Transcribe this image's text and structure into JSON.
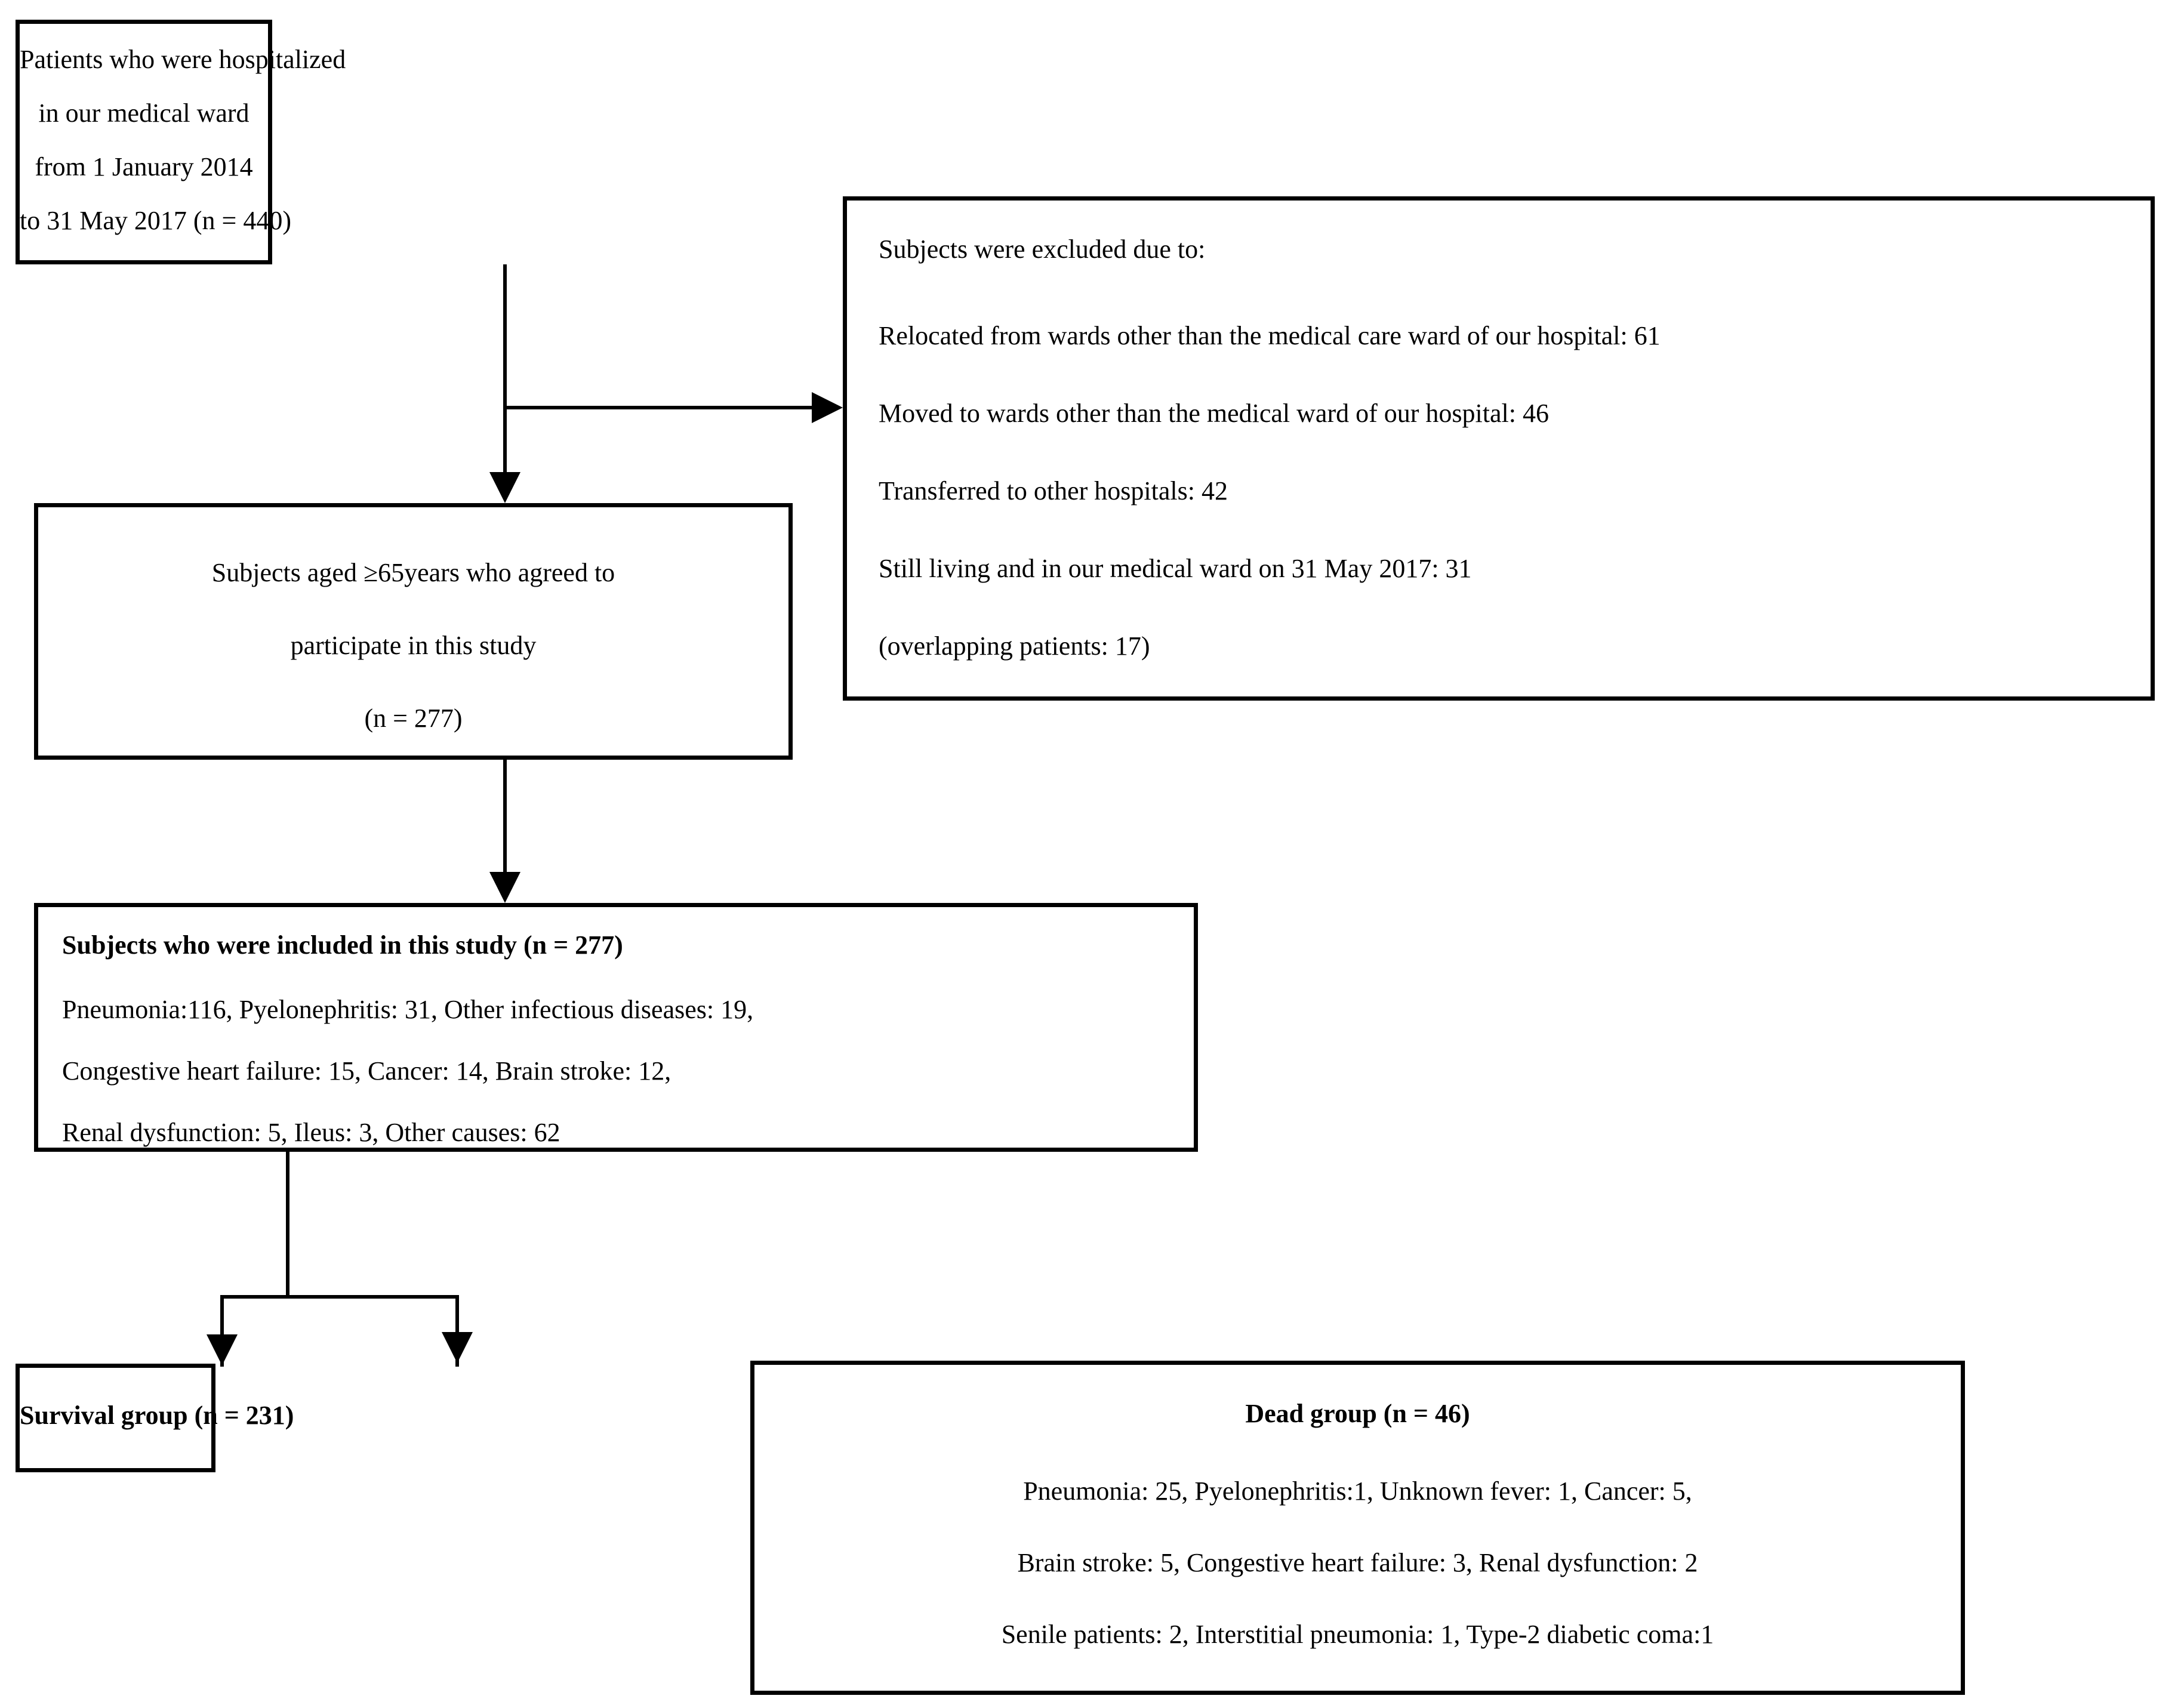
{
  "diagram": {
    "type": "study-flow-chart",
    "stroke_color": "#000000",
    "background_color": "#ffffff"
  },
  "box_source": {
    "name": "source-population-box",
    "lines": [
      "Patients who were hospitalized",
      "in our medical ward",
      "from 1 January 2014",
      "to 31 May 2017 (n = 440)"
    ],
    "n": "440"
  },
  "box_excluded": {
    "name": "excluded-subjects-box",
    "heading": "Subjects were excluded due to:",
    "reasons": [
      "Relocated from wards other than the medical care ward of our hospital: 61",
      "Moved to wards other than the medical ward of our hospital: 46",
      "Transferred to other hospitals: 42",
      "Still living and in our medical ward on 31 May 2017: 31",
      "(overlapping patients: 17)"
    ]
  },
  "box_eligible": {
    "name": "eligible-subjects-box",
    "lines": [
      "Subjects aged ≥65years who agreed to",
      "participate in this study",
      "(n = 277)"
    ],
    "n": "277"
  },
  "box_included": {
    "name": "included-subjects-box",
    "title": "Subjects who were included in this study (n = 277)",
    "n": "277",
    "cause_lines": [
      "Pneumonia:116, Pyelonephritis: 31, Other infectious diseases: 19,",
      "Congestive heart failure: 15, Cancer: 14, Brain stroke: 12,",
      "Renal dysfunction: 5, Ileus: 3, Other causes: 62"
    ]
  },
  "box_survival": {
    "name": "survival-group-box",
    "title": "Survival group (n = 231)",
    "n": "231"
  },
  "box_dead": {
    "name": "dead-group-box",
    "title": "Dead group (n = 46)",
    "n": "46",
    "cause_lines": [
      "Pneumonia: 25, Pyelonephritis:1, Unknown fever: 1, Cancer: 5,",
      "Brain stroke: 5, Congestive heart failure: 3, Renal dysfunction: 2",
      "Senile patients: 2, Interstitial pneumonia: 1, Type-2 diabetic coma:1"
    ]
  },
  "chart_data": {
    "type": "flowchart",
    "title": "Patient selection flow diagram",
    "nodes": [
      {
        "id": "source",
        "label": "Patients who were hospitalized in our medical ward from 1 January 2014 to 31 May 2017 (n = 440)",
        "n": 440
      },
      {
        "id": "excluded",
        "label": "Subjects were excluded due to",
        "items": [
          {
            "reason": "Relocated from wards other than the medical care ward of our hospital",
            "count": 61
          },
          {
            "reason": "Moved to wards other than the medical ward of our hospital",
            "count": 46
          },
          {
            "reason": "Transferred to other hospitals",
            "count": 42
          },
          {
            "reason": "Still living and in our medical ward on 31 May 2017",
            "count": 31
          },
          {
            "reason": "overlapping patients",
            "count": 17
          }
        ]
      },
      {
        "id": "eligible",
        "label": "Subjects aged ≥65years who agreed to participate in this study",
        "n": 277
      },
      {
        "id": "included",
        "label": "Subjects who were included in this study",
        "n": 277,
        "causes": [
          {
            "name": "Pneumonia",
            "count": 116
          },
          {
            "name": "Pyelonephritis",
            "count": 31
          },
          {
            "name": "Other infectious diseases",
            "count": 19
          },
          {
            "name": "Congestive heart failure",
            "count": 15
          },
          {
            "name": "Cancer",
            "count": 14
          },
          {
            "name": "Brain stroke",
            "count": 12
          },
          {
            "name": "Renal dysfunction",
            "count": 5
          },
          {
            "name": "Ileus",
            "count": 3
          },
          {
            "name": "Other causes",
            "count": 62
          }
        ]
      },
      {
        "id": "survival",
        "label": "Survival group",
        "n": 231
      },
      {
        "id": "dead",
        "label": "Dead group",
        "n": 46,
        "causes": [
          {
            "name": "Pneumonia",
            "count": 25
          },
          {
            "name": "Pyelonephritis",
            "count": 1
          },
          {
            "name": "Unknown fever",
            "count": 1
          },
          {
            "name": "Cancer",
            "count": 5
          },
          {
            "name": "Brain stroke",
            "count": 5
          },
          {
            "name": "Congestive heart failure",
            "count": 3
          },
          {
            "name": "Renal dysfunction",
            "count": 2
          },
          {
            "name": "Senile patients",
            "count": 2
          },
          {
            "name": "Interstitial pneumonia",
            "count": 1
          },
          {
            "name": "Type-2 diabetic coma",
            "count": 1
          }
        ]
      }
    ],
    "edges": [
      {
        "from": "source",
        "to": "excluded"
      },
      {
        "from": "source",
        "to": "eligible"
      },
      {
        "from": "eligible",
        "to": "included"
      },
      {
        "from": "included",
        "to": "survival"
      },
      {
        "from": "included",
        "to": "dead"
      }
    ]
  }
}
